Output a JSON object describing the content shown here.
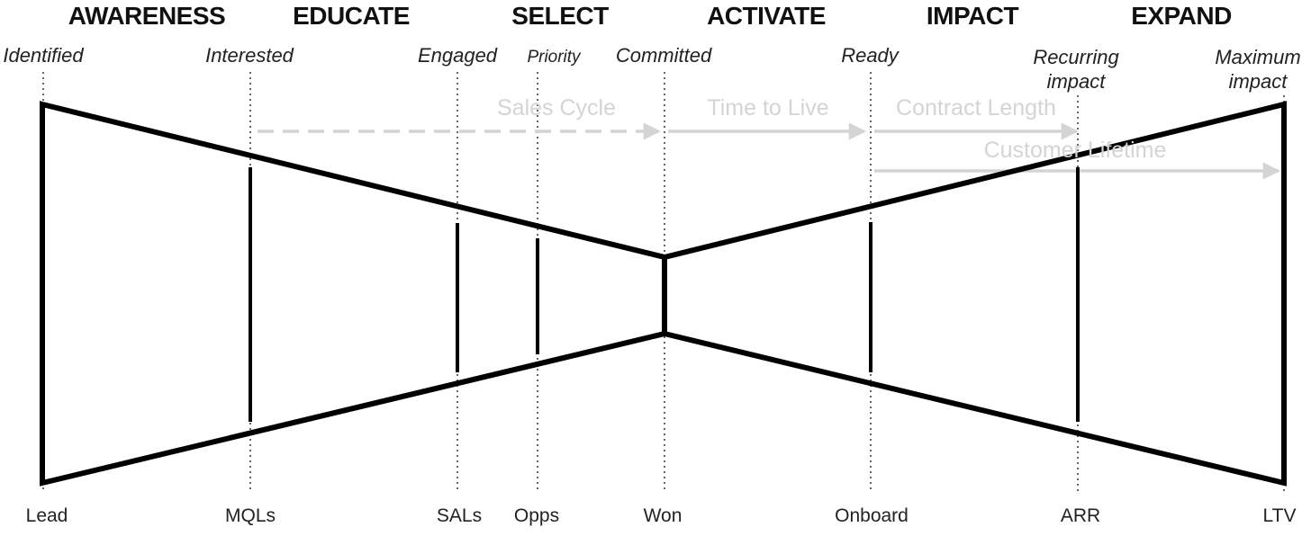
{
  "phases": [
    "AWARENESS",
    "EDUCATE",
    "SELECT",
    "ACTIVATE",
    "IMPACT",
    "EXPAND"
  ],
  "stages": [
    "Identified",
    "Interested",
    "Engaged",
    "Priority",
    "Committed",
    "Ready",
    "Recurring impact",
    "Maximum impact"
  ],
  "metrics": [
    "Lead",
    "MQLs",
    "SALs",
    "Opps",
    "Won",
    "Onboard",
    "ARR",
    "LTV"
  ],
  "timelines": [
    "Sales Cycle",
    "Time to Live",
    "Contract Length",
    "Customer Lifetime"
  ],
  "colors": {
    "shape": "#000000",
    "guide": "#333333",
    "timeline": "#d4d4d4",
    "text": "#222222"
  }
}
